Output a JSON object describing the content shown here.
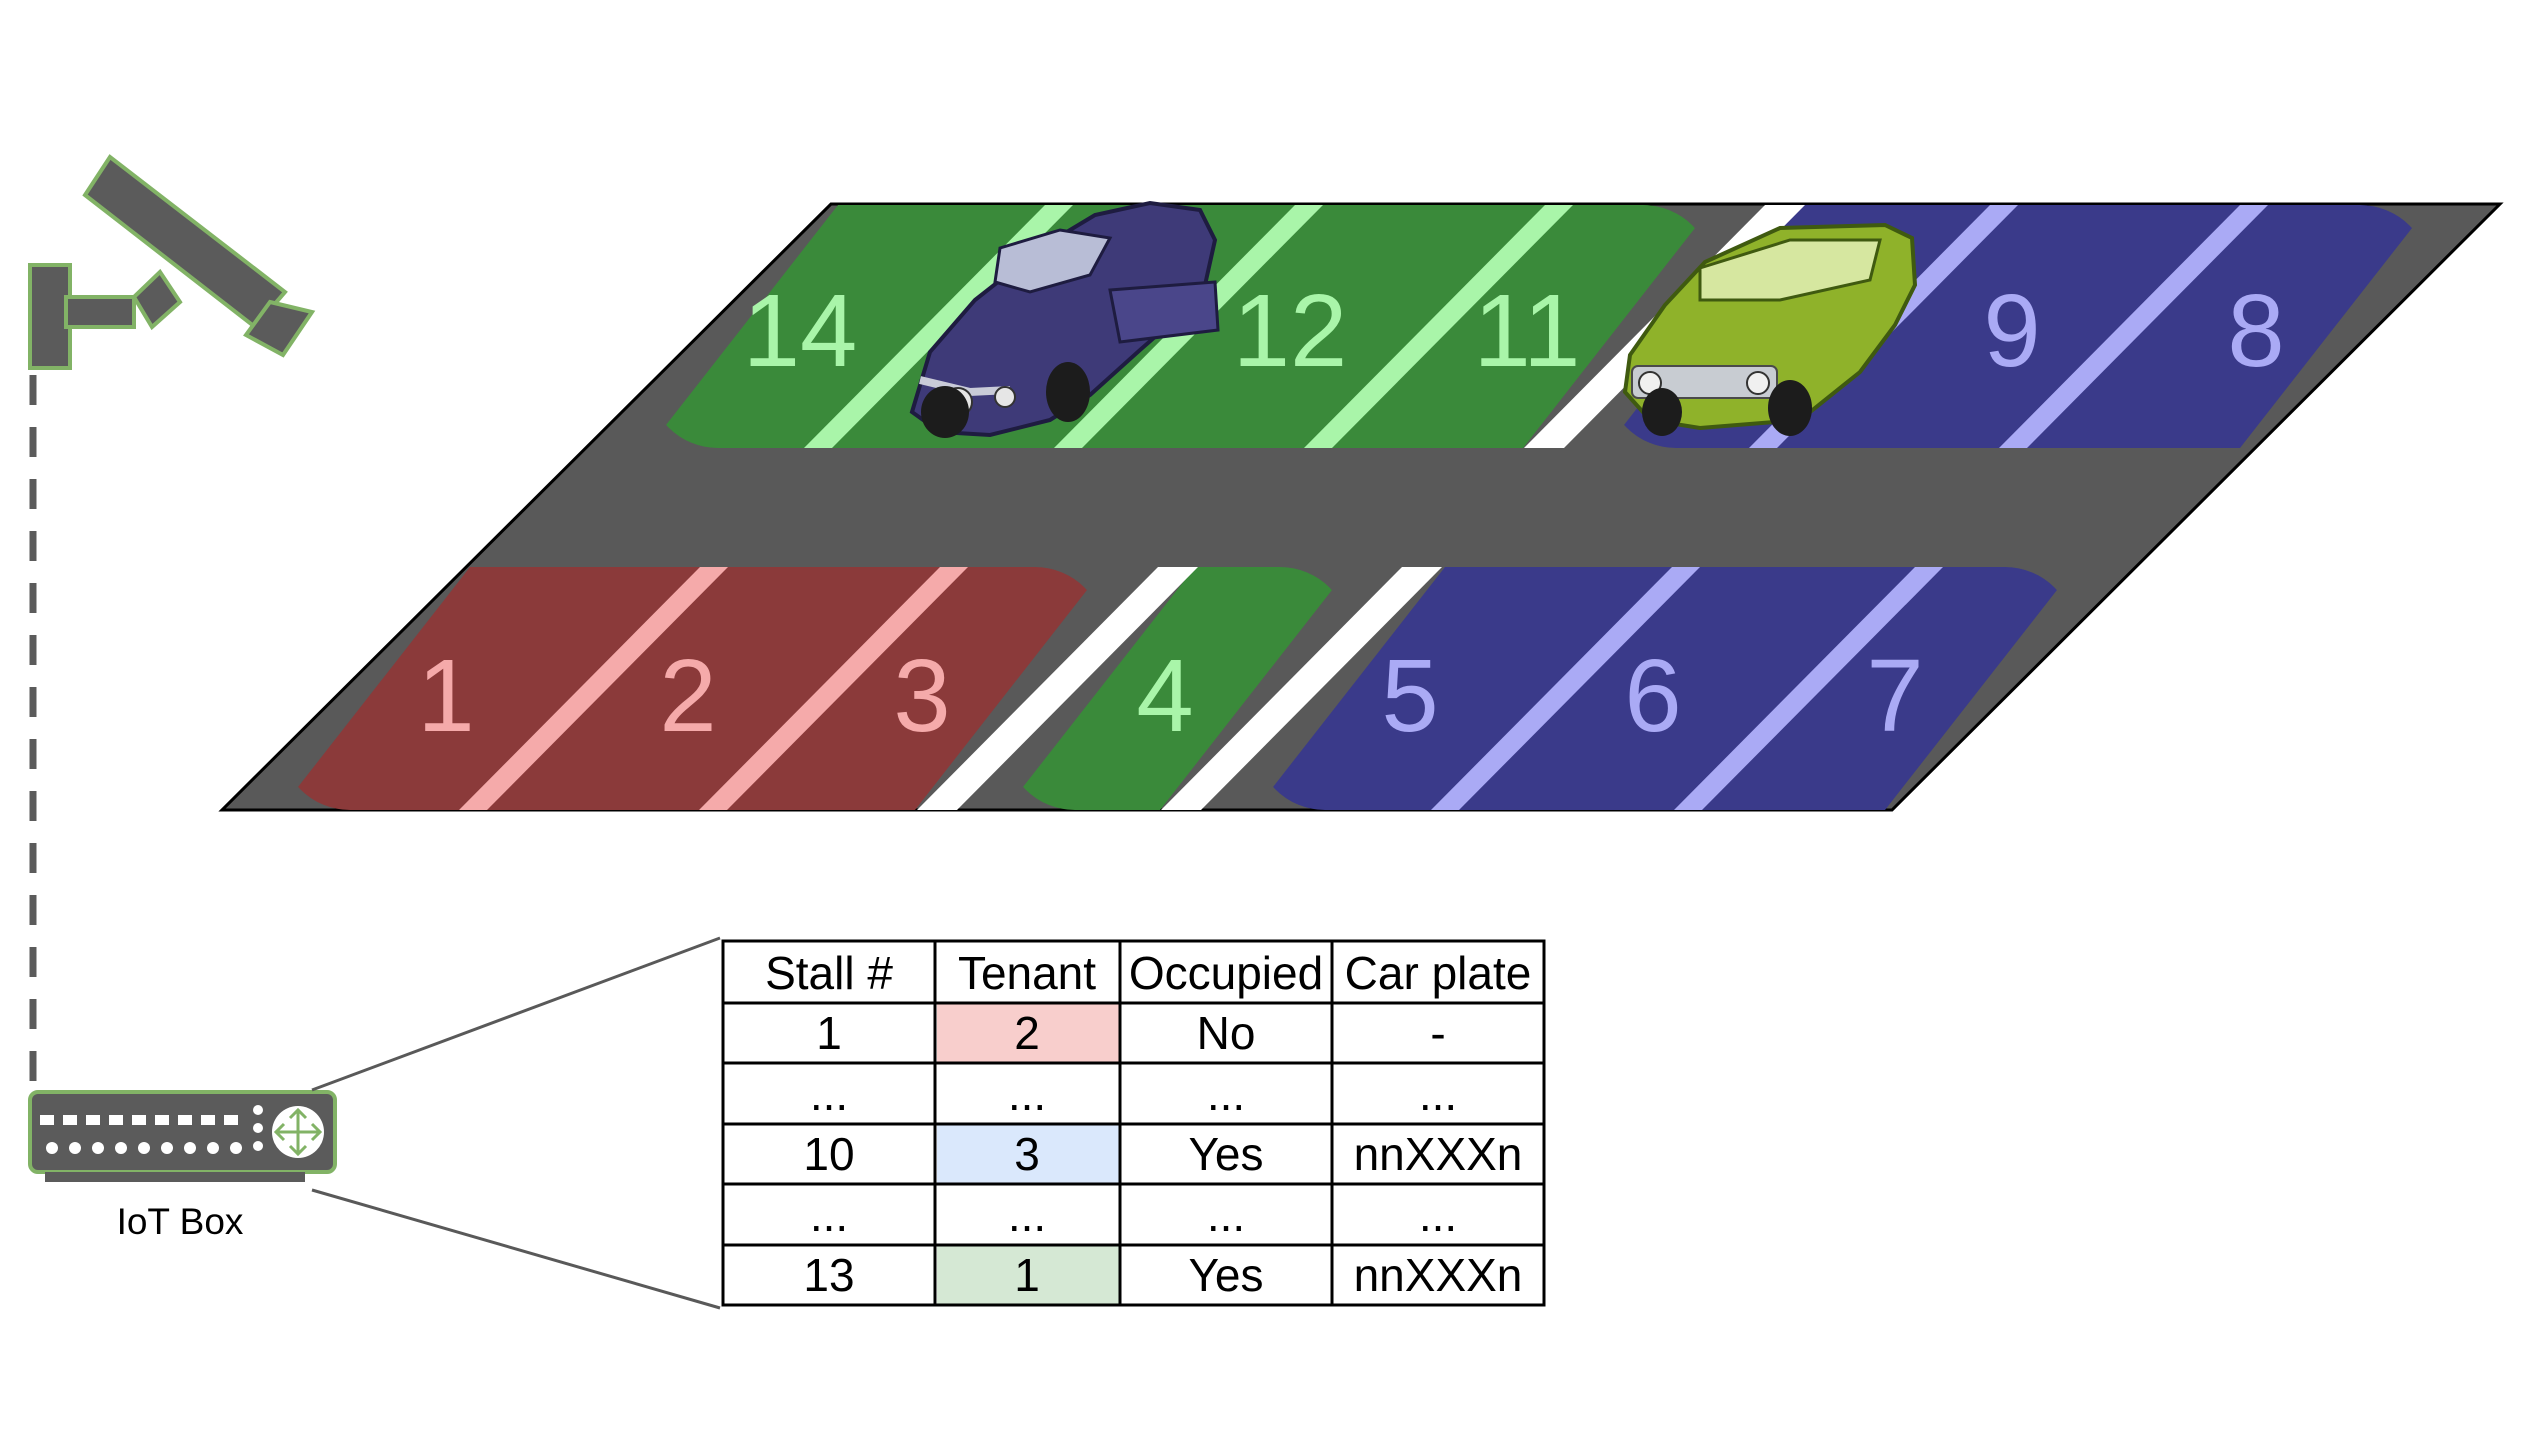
{
  "colors": {
    "lot": "#595959",
    "green_zone": "#3A8A3A",
    "green_line": "#A9F5A9",
    "red_zone": "#8B3A3A",
    "red_line": "#F5AAAA",
    "blue_zone": "#3A3A8A",
    "blue_line": "#AAAAF5",
    "white_line": "#FFFFFF",
    "device_gray": "#5B5B5B",
    "device_outline": "#82B366",
    "tenant_1": "#D5E8D4",
    "tenant_2": "#F8CECC",
    "tenant_3": "#DAE8FC"
  },
  "icons": {
    "camera": "security-camera-icon",
    "iot_box": "network-switch-icon",
    "car_sports": "purple-sports-car",
    "car_wagon": "green-station-wagon"
  },
  "stalls": {
    "top": [
      {
        "label": "14",
        "zone": "green"
      },
      {
        "label": "12",
        "zone": "green"
      },
      {
        "label": "11",
        "zone": "green"
      },
      {
        "label": "9",
        "zone": "blue"
      },
      {
        "label": "8",
        "zone": "blue"
      }
    ],
    "bottom": [
      {
        "label": "1",
        "zone": "red"
      },
      {
        "label": "2",
        "zone": "red"
      },
      {
        "label": "3",
        "zone": "red"
      },
      {
        "label": "4",
        "zone": "green"
      },
      {
        "label": "5",
        "zone": "blue"
      },
      {
        "label": "6",
        "zone": "blue"
      },
      {
        "label": "7",
        "zone": "blue"
      }
    ]
  },
  "iot_box": {
    "label": "IoT Box"
  },
  "table": {
    "headers": [
      "Stall #",
      "Tenant",
      "Occupied",
      "Car plate"
    ],
    "rows": [
      {
        "stall": "1",
        "tenant": "2",
        "tenant_color": "#F8CECC",
        "occupied": "No",
        "plate": "-"
      },
      {
        "stall": "...",
        "tenant": "...",
        "tenant_color": "#FFFFFF",
        "occupied": "...",
        "plate": "..."
      },
      {
        "stall": "10",
        "tenant": "3",
        "tenant_color": "#DAE8FC",
        "occupied": "Yes",
        "plate": "nnXXXn"
      },
      {
        "stall": "...",
        "tenant": "...",
        "tenant_color": "#FFFFFF",
        "occupied": "...",
        "plate": "..."
      },
      {
        "stall": "13",
        "tenant": "1",
        "tenant_color": "#D5E8D4",
        "occupied": "Yes",
        "plate": "nnXXXn"
      }
    ]
  }
}
